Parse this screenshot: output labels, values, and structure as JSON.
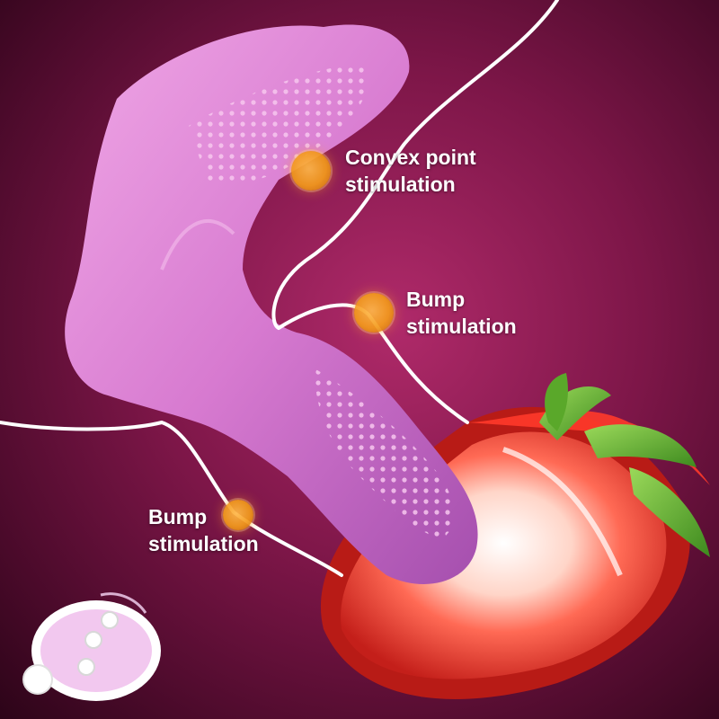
{
  "callouts": [
    {
      "line1": "Convex point",
      "line2": "stimulation"
    },
    {
      "line1": "Bump",
      "line2": "stimulation"
    },
    {
      "line1": "Bump",
      "line2": "stimulation"
    }
  ],
  "colors": {
    "background": "#7d1648",
    "product": "#d77ad0",
    "marker": "#f49b1c",
    "strawberry": "#d62a22",
    "line": "#ffffff"
  }
}
